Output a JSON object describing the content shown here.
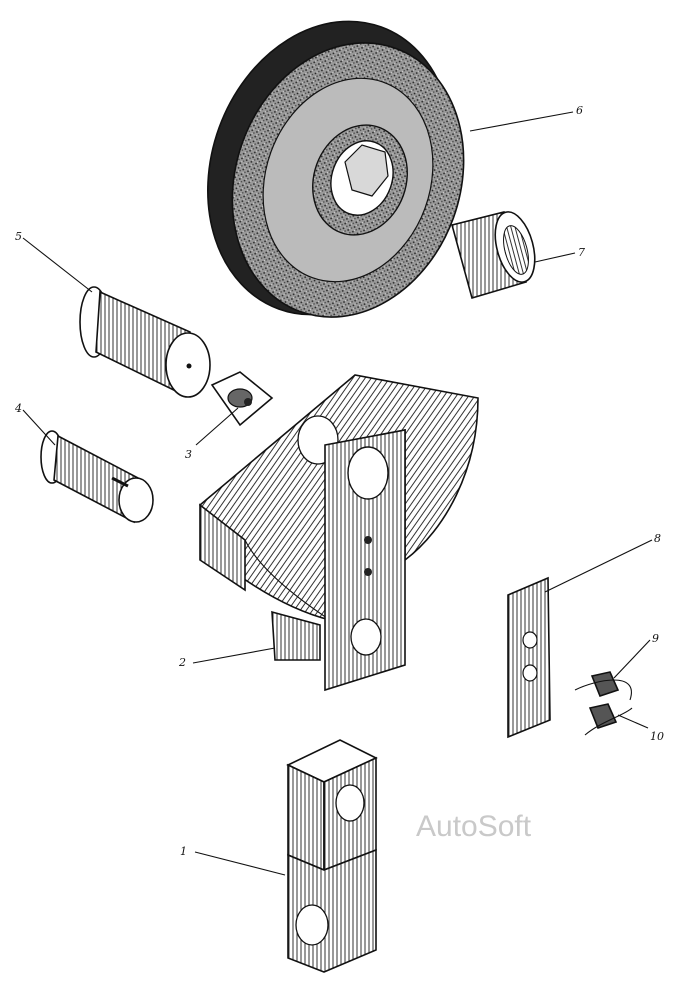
{
  "diagram": {
    "callouts": [
      "1",
      "2",
      "3",
      "4",
      "5",
      "6",
      "7",
      "8",
      "9",
      "10"
    ],
    "watermark": "AutoSoft"
  },
  "colors": {
    "ink": "#111111",
    "paper": "#ffffff",
    "hatch": "#333333",
    "watermark": "#c9c9c9"
  }
}
